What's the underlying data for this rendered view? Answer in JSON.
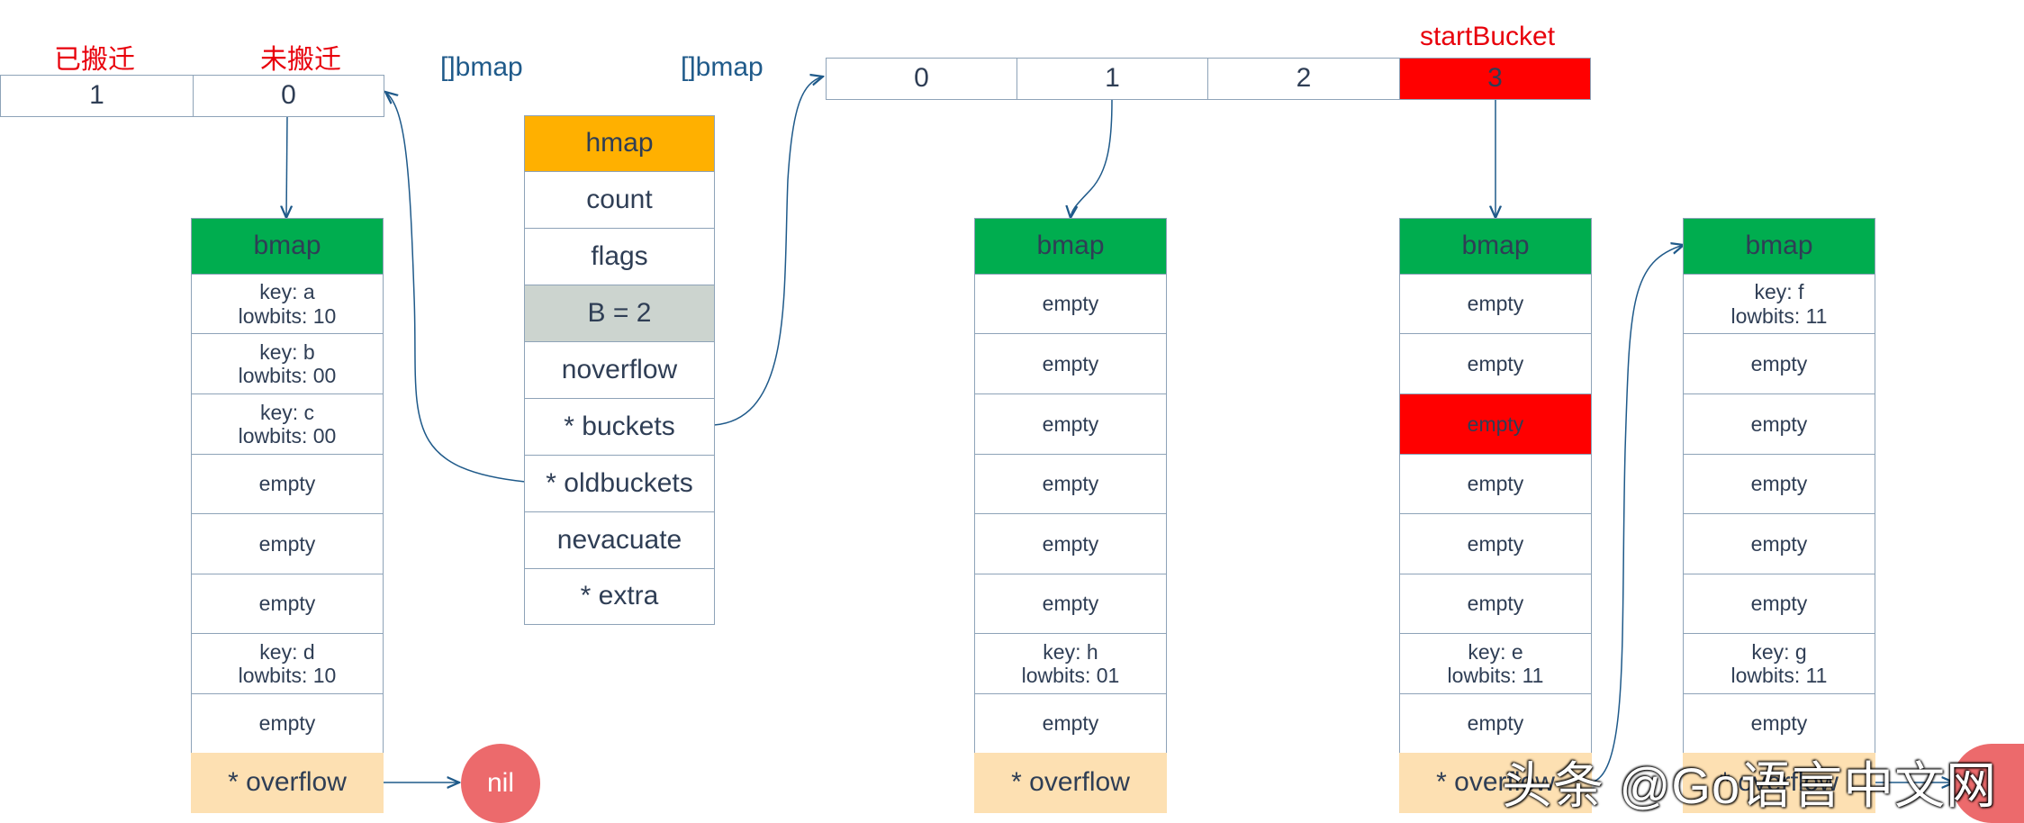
{
  "old_array": {
    "status_labels": [
      "已搬迁",
      "未搬迁"
    ],
    "cells": [
      "1",
      "0"
    ],
    "type_label": "[]bmap"
  },
  "new_array": {
    "type_label": "[]bmap",
    "cells": [
      "0",
      "1",
      "2",
      "3"
    ],
    "start_label": "startBucket"
  },
  "hmap": {
    "header": "hmap",
    "fields": [
      "count",
      "flags",
      "B = 2",
      "noverflow",
      "* buckets",
      "* oldbuckets",
      "nevacuate",
      "* extra"
    ]
  },
  "buckets": {
    "old0": {
      "header": "bmap",
      "slots": [
        [
          "key: a",
          "lowbits: 10"
        ],
        [
          "key: b",
          "lowbits: 00"
        ],
        [
          "key: c",
          "lowbits: 00"
        ],
        [
          "empty"
        ],
        [
          "empty"
        ],
        [
          "empty"
        ],
        [
          "key: d",
          "lowbits: 10"
        ],
        [
          "empty"
        ]
      ],
      "overflow": "* overflow"
    },
    "new1": {
      "header": "bmap",
      "slots": [
        [
          "empty"
        ],
        [
          "empty"
        ],
        [
          "empty"
        ],
        [
          "empty"
        ],
        [
          "empty"
        ],
        [
          "empty"
        ],
        [
          "key: h",
          "lowbits: 01"
        ],
        [
          "empty"
        ]
      ],
      "overflow": "* overflow"
    },
    "new3": {
      "header": "bmap",
      "slots": [
        [
          "empty"
        ],
        [
          "empty"
        ],
        [
          "empty"
        ],
        [
          "empty"
        ],
        [
          "empty"
        ],
        [
          "empty"
        ],
        [
          "key: e",
          "lowbits: 11"
        ],
        [
          "empty"
        ]
      ],
      "overflow": "* overflow"
    },
    "new3_overflow": {
      "header": "bmap",
      "slots": [
        [
          "key: f",
          "lowbits: 11"
        ],
        [
          "empty"
        ],
        [
          "empty"
        ],
        [
          "empty"
        ],
        [
          "empty"
        ],
        [
          "empty"
        ],
        [
          "key: g",
          "lowbits: 11"
        ],
        [
          "empty"
        ]
      ],
      "overflow": "* overflow"
    }
  },
  "nil_label": "nil",
  "watermark": "头条 @Go语言中文网",
  "colors": {
    "hmap_header": "#ffb000",
    "bmap_header": "#00ad4f",
    "overflow_bg": "#fde0b2",
    "highlight_red": "#ff0000",
    "b_field_bg": "#ccd4cf",
    "nil_circle": "#ec6a6c",
    "label_red": "#e8000b",
    "label_blue": "#1f5a8a"
  }
}
